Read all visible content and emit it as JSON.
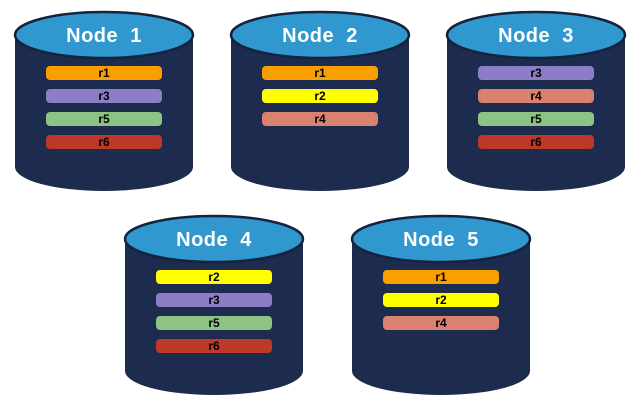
{
  "diagram": {
    "nodes": [
      {
        "label": "Node  1",
        "replicas": [
          "r1",
          "r3",
          "r5",
          "r6"
        ]
      },
      {
        "label": "Node  2",
        "replicas": [
          "r1",
          "r2",
          "r4"
        ]
      },
      {
        "label": "Node  3",
        "replicas": [
          "r3",
          "r4",
          "r5",
          "r6"
        ]
      },
      {
        "label": "Node  4",
        "replicas": [
          "r2",
          "r3",
          "r5",
          "r6"
        ]
      },
      {
        "label": "Node  5",
        "replicas": [
          "r1",
          "r2",
          "r4"
        ]
      }
    ],
    "replica_colors": {
      "r1": "#F9A000",
      "r2": "#FFFF00",
      "r3": "#8B7EC6",
      "r4": "#DB8170",
      "r5": "#8EC483",
      "r6": "#BE3927"
    },
    "cylinder": {
      "body_color": "#1C2B4E",
      "top_color": "#3098CE",
      "outline_color": "#15233F"
    },
    "background_color": "#FFFFFF"
  }
}
